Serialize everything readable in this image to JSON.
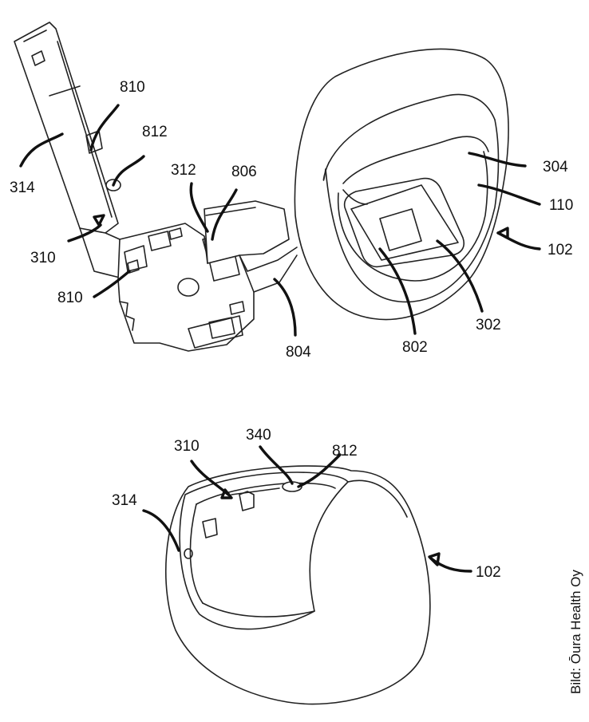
{
  "labels": {
    "flex_314_top": "314",
    "flex_810_top": "810",
    "flex_812_top": "812",
    "flex_312": "312",
    "flex_806": "806",
    "flex_310_top": "310",
    "flex_810_bottom": "810",
    "flex_804": "804",
    "ring_top_304": "304",
    "ring_top_110": "110",
    "ring_top_102": "102",
    "ring_top_302": "302",
    "ring_top_802": "802",
    "ring_bot_310": "310",
    "ring_bot_340": "340",
    "ring_bot_812": "812",
    "ring_bot_314": "314",
    "ring_bot_102": "102"
  },
  "credit": "Bild: Ōura Health Oy"
}
